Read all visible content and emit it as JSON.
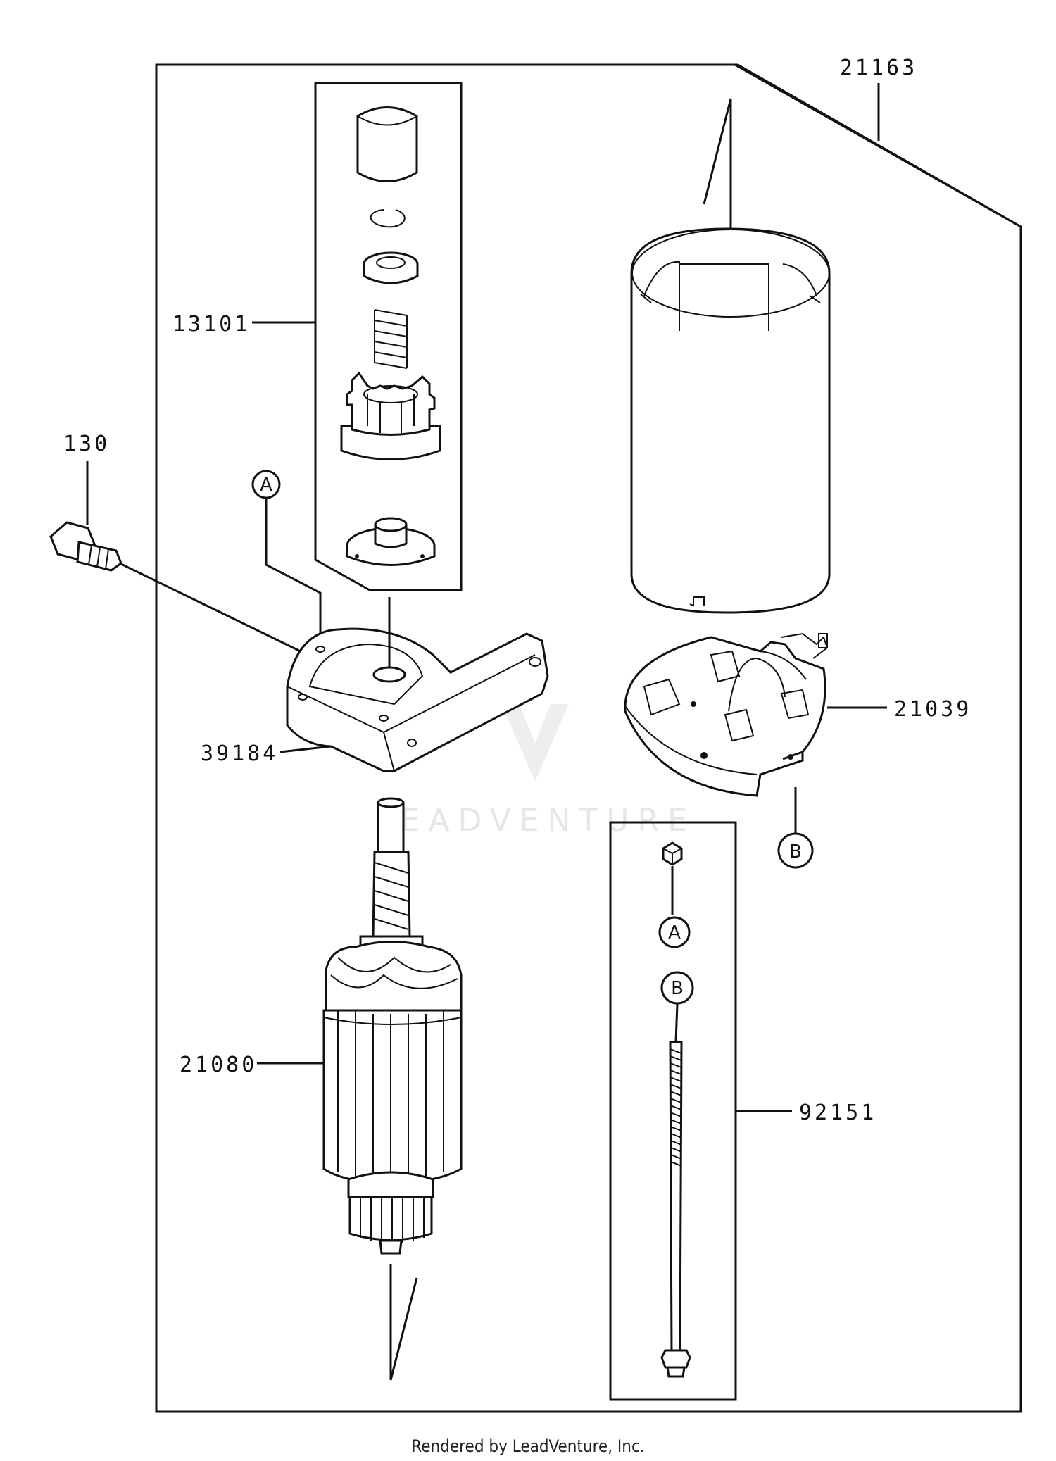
{
  "callouts": {
    "p21163": "21163",
    "p13101": "13101",
    "p130": "130",
    "p39184": "39184",
    "p21039": "21039",
    "p21080": "21080",
    "p92151": "92151"
  },
  "markers": {
    "a_upper": "A",
    "b_upper": "B",
    "a_lower": "A",
    "b_lower": "B"
  },
  "watermark": "LEADVENTURE",
  "footer": "Rendered by LeadVenture, Inc."
}
